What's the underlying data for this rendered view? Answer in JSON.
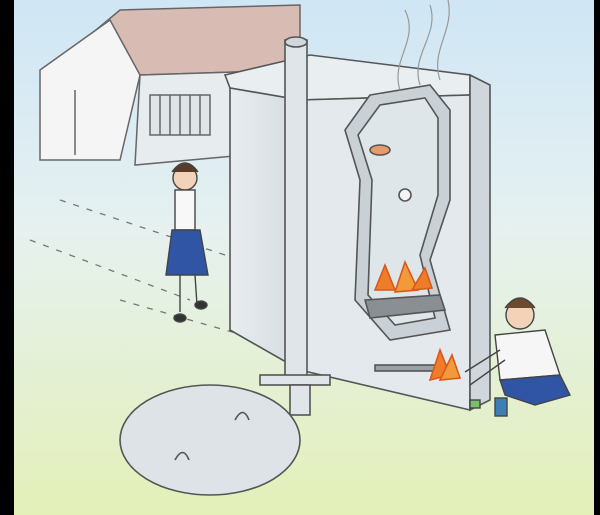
{
  "scene": {
    "kind": "illustration",
    "subjects": [
      "house",
      "incinerator",
      "girl",
      "man-lighting-fire",
      "septic-lid"
    ],
    "colors": {
      "background": "#000000",
      "sky_top": "#cfe6f5",
      "ground_bottom": "#e3f0b8",
      "structure": "#dfe6ea",
      "outline": "#555555",
      "fire": "#ef7c2a",
      "roof": "#d8bcb4",
      "uniform_blue": "#2f55a4"
    }
  }
}
